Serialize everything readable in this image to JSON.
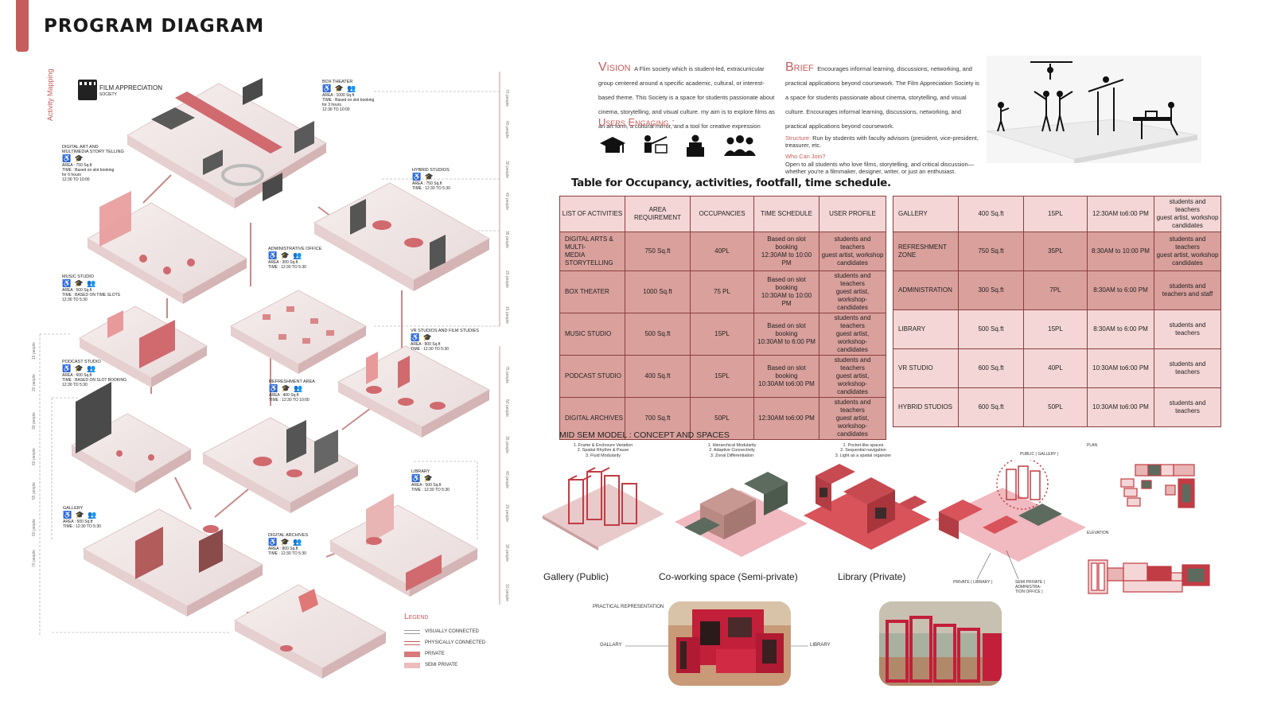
{
  "header": {
    "title": "PROGRAM DIAGRAM"
  },
  "mapping": {
    "side_label": "Activity Mapping",
    "society_name": "FILM APPRECIATION",
    "society_sub": "SOCIETY",
    "spaces": [
      {
        "name": "BOX THEATER",
        "area": "AREA : 1000 Sq.ft",
        "time": "TIME : Based on slot booking\nfor 3 hours\n12:30 TO 10:00"
      },
      {
        "name": "DIGITAL ART AND\nMULTIMEDIA STORY TELLING",
        "area": "AREA : 750 Sq.ft",
        "time": "TIME : Based on slot booking\nfor 6 hours\n12:30 TO 10:00"
      },
      {
        "name": "HYBRID STUDIOS",
        "area": "AREA : 750 Sq.ft",
        "time": "TIME : 12:30 TO 5:30"
      },
      {
        "name": "ADMINISTRATIVE OFFICE",
        "area": "AREA : 300 Sq.ft",
        "time": "TIME : 12:30 TO 5:30"
      },
      {
        "name": "MUSIC STUDIO",
        "area": "AREA : 500 Sq.ft",
        "time": "TIME : BASED ON TIME SLOTS\n12:30 TO 5:30"
      },
      {
        "name": "VR STUDIOS AND FILM STUDIES",
        "area": "AREA : 800 Sq.ft",
        "time": "TIME : 12:30 TO 5:30"
      },
      {
        "name": "PODCAST STUDIO",
        "area": "AREA : 600 Sq.ft",
        "time": "TIME : BASED ON SLOT BOOKING\n12:30 TO 5:30"
      },
      {
        "name": "REFRESHMENT AREA",
        "area": "AREA : 400 Sq.ft",
        "time": "TIME : 12:30 TO 10:00"
      },
      {
        "name": "LIBRARY",
        "area": "AREA : 500 Sq.ft",
        "time": "TIME : 12:30 TO 5:30"
      },
      {
        "name": "GALLERY",
        "area": "AREA : 500 Sq.ft",
        "time": "TIME : 12:30 TO 5:30"
      },
      {
        "name": "DIGITAL ARCHIVES",
        "area": "AREA : 800 Sq.ft",
        "time": "TIME : 12:30 TO 5:30"
      }
    ],
    "right_scale": [
      "70 people",
      "40 people",
      "30 people",
      "40 people",
      "35 people",
      "20 people",
      "15 people",
      "75 people",
      "50 people",
      "35 people",
      "40 people",
      "20 people",
      "30 people",
      "10 people"
    ],
    "left_scale": [
      "15 people",
      "20 people",
      "30 people",
      "60 people",
      "55 people",
      "60 people",
      "70 people"
    ],
    "legend": {
      "title": "Legend",
      "items": [
        "VISUALLY CONNECTED",
        "PHYSICALLY CONNECTED",
        "PRIVATE",
        "SEMI PRIVATE"
      ]
    }
  },
  "vision": {
    "heading": "Vision",
    "text": "A Flim society which is student-led, extracurricular group centered around a specific academic, cultural, or interest-based theme. This Society is a space for students passionate about cinema, storytelling, and visual culture. my aim is to explore films as an art form, a cultural mirror, and a tool for creative expression"
  },
  "users": {
    "heading": "Users Engaging :"
  },
  "brief": {
    "heading": "Brief",
    "text": "Encourages informal learning, discussions, networking, and practical applications beyond coursework. The Film Appreciation Society is a space for students passionate about cinema, storytelling, and visual culture. Encourages informal learning, discussions, networking, and practical applications beyond coursework.",
    "structure_label": "Structure:",
    "structure_text": "Run by students with faculty advisors (president, vice-president, treasurer, etc.",
    "who_label": "Who Can Join?",
    "who_text": "Open to all students who love films, storytelling, and critical discussion—whether you're a filmmaker, designer, writer, or just an enthusiast."
  },
  "table": {
    "title": "Table for Occupancy, activities, footfall, time schedule.",
    "headers": [
      "LIST OF ACTIVITIES",
      "AREA REQUIREMENT",
      "OCCUPANCIES",
      "TIME SCHEDULE",
      "USER PROFILE"
    ],
    "left_rows": [
      [
        "DIGITAL ARTS & MULTI-\nMEDIA STORYTELLING",
        "750 Sq.ft",
        "40PL",
        "Based on slot booking\n12:30AM to 10:00 PM",
        "students and\nteachers\nguest artist, workshop\ncandidates"
      ],
      [
        "BOX THEATER",
        "1000 Sq.ft",
        "75 PL",
        "Based on slot booking\n10:30AM to 10:00 PM",
        "students and\nteachers\nguest artist, workshop-\ncandidates"
      ],
      [
        "MUSIC STUDIO",
        "500 Sq.ft",
        "15PL",
        "Based on slot booking\n10:30AM to 6:00 PM",
        "students and\nteachers\nguest artist, workshop-\ncandidates"
      ],
      [
        "PODCAST STUDIO",
        "400 Sq.ft",
        "15PL",
        "Based on slot booking\n10:30AM to6:00 PM",
        "students and\nteachers\nguest artist, workshop-\ncandidates"
      ],
      [
        "DIGITAL ARCHIVES",
        "700 Sq.ft",
        "50PL",
        "12:30AM to6:00 PM",
        "students and\nteachers\nguest artist, workshop-\ncandidates"
      ]
    ],
    "right_rows": [
      [
        "GALLERY",
        "400 Sq.ft",
        "15PL",
        "12:30AM to6:00 PM",
        "students and\nteachers\nguest artist, workshop\ncandidates"
      ],
      [
        "REFRESHMENT ZONE",
        "750 Sq.ft",
        "35PL",
        "8:30AM to 10:00 PM",
        "students and\nteachers\nguest artist, workshop\ncandidates"
      ],
      [
        "ADMINISTRATION",
        "300 Sq.ft",
        "7PL",
        "8:30AM to 6:00 PM",
        "students and\nteachers and staff"
      ],
      [
        "LIBRARY",
        "500 Sq.ft",
        "15PL",
        "8:30AM to 6:00 PM",
        "students and\nteachers"
      ],
      [
        "VR STUDIO",
        "600 Sq.ft",
        "40PL",
        "10:30AM to6:00 PM",
        "students and\nteachers"
      ],
      [
        "HYBRID STUDIOS",
        "600 Sq.ft",
        "50PL",
        "10:30AM to6:00 PM",
        "students and\nteachers"
      ]
    ]
  },
  "model": {
    "title": "MID SEM MODEL : CONCEPT AND SPACES",
    "concepts": [
      {
        "points": "1. Frame & Enclosure Variation\n2. Spatial Rhythm & Pause\n3. Fluid Modularity",
        "label": "Gallery (Public)"
      },
      {
        "points": "1. Hierarchical Modularity\n2. Adaptive Connectivity\n3. Zonal Differentiation",
        "label": "Co-working space (Semi-private)"
      },
      {
        "points": "1. Pocket-like spaces\n2. Sequential navigation\n3. Light as a spatial organizer",
        "label": "Library (Private)"
      }
    ],
    "combined": {
      "public": "PUBLIC ( GALLERY )",
      "private": "PRIVATE ( LIBRARY )",
      "semi": "SEMI PRIVATE ( ADMINISTRA-\nTION OFFICE )"
    },
    "plan_label": "PLAN",
    "elevation_label": "ELEVATION",
    "practical": {
      "title": "PRACTICAL REPRESENTATION",
      "gallary": "GALLARY",
      "library": "LIBRARY"
    }
  },
  "colors": {
    "accent": "#c75c5c",
    "pink_light": "#f4d6d6",
    "pink_dark": "#d9a09c",
    "deep": "#b03a42"
  }
}
